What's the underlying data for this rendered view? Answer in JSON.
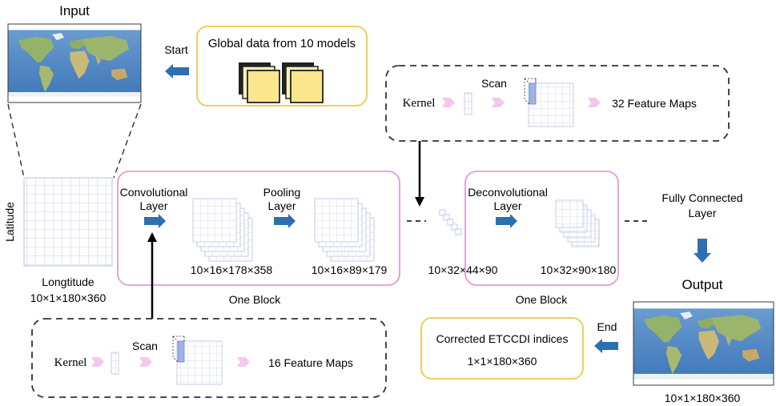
{
  "input": {
    "title": "Input",
    "dims": "10×1×180×360",
    "axis_y": "Latitude",
    "axis_x": "Longtitude"
  },
  "start": {
    "label": "Start",
    "box_title": "Global data from 10 models"
  },
  "top_scan": {
    "kernel": "Kernel",
    "scan": "Scan",
    "result": "32 Feature Maps"
  },
  "bottom_scan": {
    "kernel": "Kernel",
    "scan": "Scan",
    "result": "16 Feature Maps"
  },
  "block1": {
    "conv_label_1": "Convolutional",
    "conv_label_2": "Layer",
    "pool_label_1": "Pooling",
    "pool_label_2": "Layer",
    "conv_dims": "10×16×178×358",
    "pool_dims": "10×16×89×179",
    "caption": "One Block"
  },
  "middle": {
    "dims": "10×32×44×90"
  },
  "block2": {
    "deconv_label_1": "Deconvolutional",
    "deconv_label_2": "Layer",
    "dims": "10×32×90×180",
    "caption": "One Block"
  },
  "fc": {
    "label_1": "Fully Connected",
    "label_2": "Layer"
  },
  "output": {
    "title": "Output",
    "dims": "10×1×180×360"
  },
  "end": {
    "label": "End",
    "box_title": "Corrected ETCCDI indices",
    "box_dims": "1×1×180×360"
  },
  "colors": {
    "arrow_blue": "#2e6fb3",
    "pink": "#e29ad8",
    "yellow": "#f0cf5a",
    "dashed": "#2b3148",
    "grid": "#b8c2e6",
    "kernel_pink": "#f5c6ee",
    "land": "#8fb06a",
    "ocean": "#5f8fc7"
  }
}
